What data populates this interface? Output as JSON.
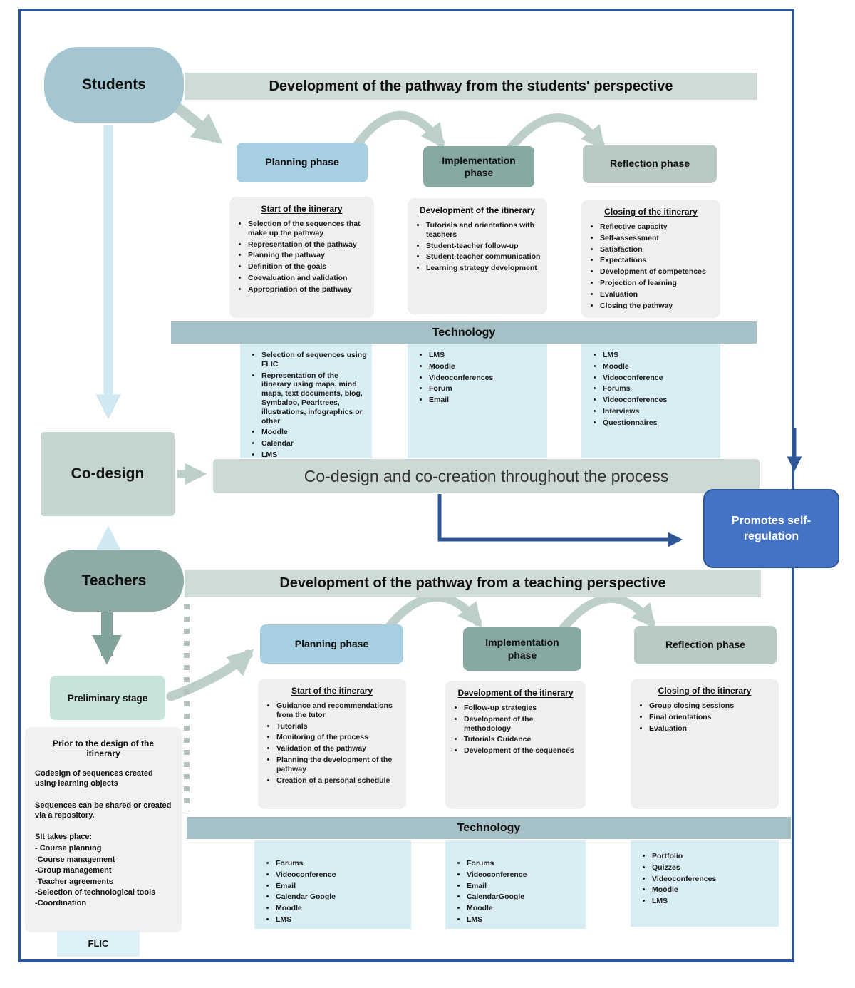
{
  "colors": {
    "frame_navy": "#2e5596",
    "promotes_blue": "#4472c4",
    "phase_planning_blue": "#a6d0e1",
    "phase_implementation_teal": "#85a8a1",
    "phase_reflection_sage": "#b9cac6",
    "header_bar_sage": "#cfdbd7",
    "technology_bar_teal": "#a5c0c6",
    "technology_column_blue": "#d8edf4",
    "detail_box_gray": "#efefef",
    "students_node_blue": "#a3c6d1",
    "teachers_node_green": "#8eaca5",
    "codesign_box_sage": "#c4d4cf",
    "preliminary_mint": "#c8e4da",
    "flic_blue": "#ddf0f7",
    "arrow_sage": "#bccfca",
    "arrow_light_blue": "#cfe8f2",
    "arrow_dark_sage": "#7fa29b"
  },
  "students_section": {
    "entity": "Students",
    "header": "Development of the pathway from the students' perspective",
    "phases": [
      "Planning phase",
      "Implementation phase",
      "Reflection phase"
    ],
    "detail_boxes": [
      {
        "title": "Start of the itinerary",
        "items": [
          "Selection of the sequences that make up the pathway",
          "Representation of the pathway",
          "Planning the pathway",
          "Definition of the goals",
          "Coevaluation and validation",
          "Appropriation of the pathway"
        ]
      },
      {
        "title": "Development of the itinerary",
        "items": [
          "Tutorials and orientations with teachers",
          "Student-teacher follow-up",
          "Student-teacher communication",
          "Learning strategy development"
        ]
      },
      {
        "title": "Closing of the itinerary",
        "items": [
          "Reflective capacity",
          "Self-assessment",
          "Satisfaction",
          "Expectations",
          "Development of competences",
          "Projection of learning",
          "Evaluation",
          "Closing the pathway"
        ]
      }
    ],
    "technology_label": "Technology",
    "technology_columns": [
      [
        "Selection of sequences using FLIC",
        "Representation of the itinerary using maps, mind maps, text documents, blog, Symbaloo, Pearltrees, illustrations, infographics or other",
        "Moodle",
        "Calendar",
        "LMS"
      ],
      [
        "LMS",
        "Moodle",
        "Videoconferences",
        "Forum",
        "Email"
      ],
      [
        "LMS",
        "Moodle",
        "Videoconference",
        "Forums",
        "Videoconferences",
        "Interviews",
        "Questionnaires"
      ]
    ]
  },
  "codesign": {
    "box_label": "Co-design",
    "bar_label": "Co-design and co-creation throughout the process"
  },
  "promotes_label": "Promotes self-regulation",
  "teachers_section": {
    "entity": "Teachers",
    "header": "Development of the pathway from a teaching perspective",
    "preliminary_label": "Preliminary stage",
    "phases": [
      "Planning phase",
      "Implementation phase",
      "Reflection phase"
    ],
    "detail_boxes": [
      {
        "title": "Start of the itinerary",
        "items": [
          "Guidance and recommendations from the tutor",
          "Tutorials",
          "Monitoring of the process",
          "Validation of the pathway",
          "Planning the development of the pathway",
          "Creation of a personal schedule"
        ]
      },
      {
        "title": "Development of the itinerary",
        "items": [
          "Follow-up strategies",
          "Development of the methodology",
          "Tutorials Guidance",
          "Development of the sequences"
        ]
      },
      {
        "title": "Closing of the itinerary",
        "items": [
          "Group closing sessions",
          "Final orientations",
          "Evaluation"
        ]
      }
    ],
    "prior_box": {
      "title": "Prior to the design of the itinerary",
      "para1": "Codesign of sequences created using learning objects",
      "para2": "Sequences can be shared or created via a repository.",
      "para3_intro": "SIt takes place:",
      "para3_lines": [
        "- Course planning",
        "-Course management",
        "-Group management",
        "-Teacher agreements",
        "-Selection of technological tools",
        "-Coordination"
      ]
    },
    "technology_label": "Technology",
    "technology_columns": [
      [
        "Forums",
        "Videoconference",
        "Email",
        "Calendar Google",
        "Moodle",
        "LMS"
      ],
      [
        "Forums",
        "Videoconference",
        "Email",
        "CalendarGoogle",
        "Moodle",
        "LMS"
      ],
      [
        "Portfolio",
        "Quizzes",
        "Videoconferences",
        "Moodle",
        "LMS"
      ]
    ],
    "flic_label": "FLIC"
  }
}
